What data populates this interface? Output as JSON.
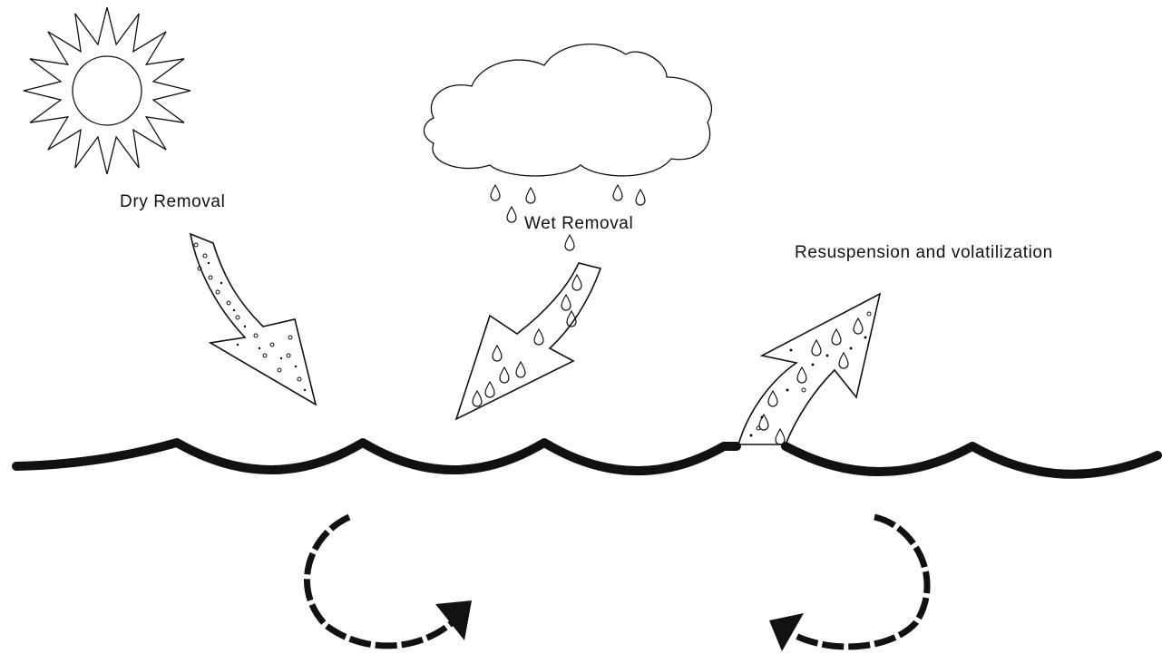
{
  "labels": {
    "dry_removal": "Dry Removal",
    "wet_removal": "Wet Removal",
    "resuspension": "Resuspension and volatilization"
  },
  "icons": {
    "sun": "sun-icon",
    "cloud": "cloud-icon",
    "raindrop": "raindrop-icon"
  },
  "colors": {
    "ink": "#111111",
    "background": "#ffffff"
  }
}
